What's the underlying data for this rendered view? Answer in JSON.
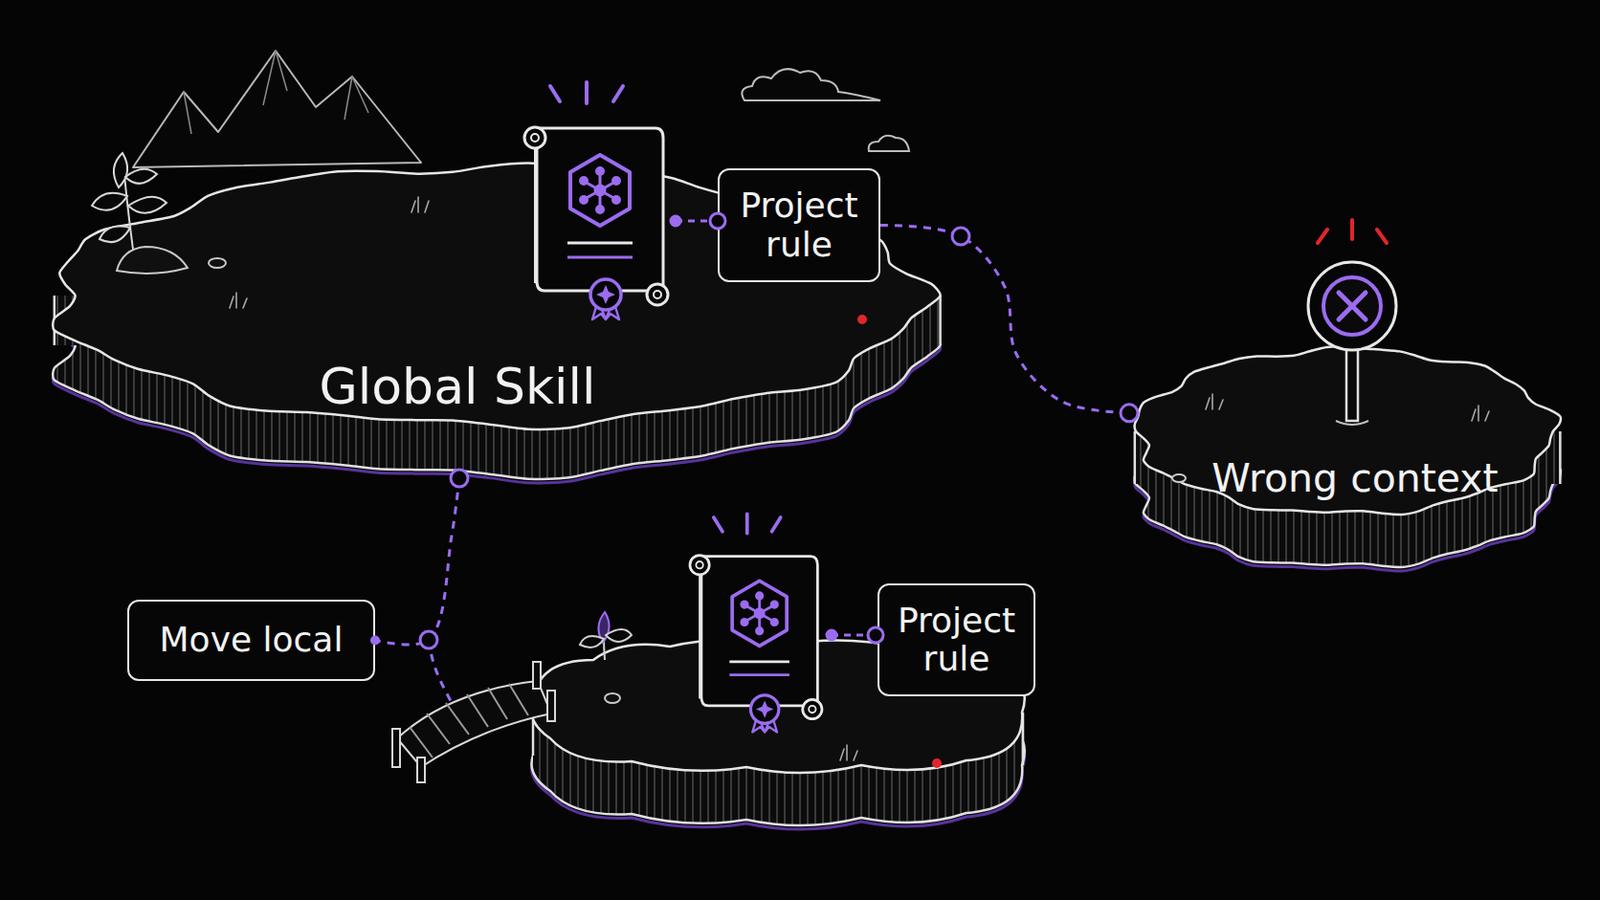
{
  "diagram": {
    "nodes": [
      {
        "text": [
          "Global Skill"
        ]
      },
      {
        "text": [
          "Project rule"
        ]
      },
      {
        "text": [
          "Wrong context"
        ]
      },
      {
        "text": [
          "Move local"
        ]
      },
      {
        "text": [
          "Project rule"
        ]
      }
    ],
    "edges": [
      {
        "from": 1,
        "to": 2,
        "arrow": "none"
      },
      {
        "from": 0,
        "to": 3,
        "arrow": "none"
      }
    ]
  }
}
